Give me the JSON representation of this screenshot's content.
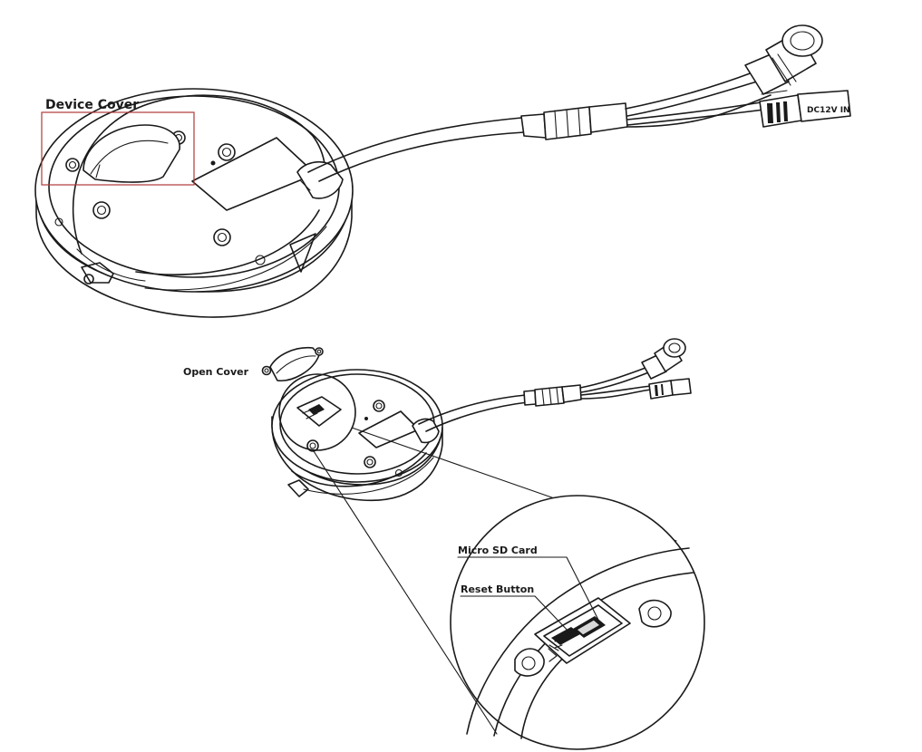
{
  "labels": {
    "device_cover": "Device Cover",
    "open_cover": "Open Cover",
    "micro_sd_card": "Micro SD Card",
    "reset_button": "Reset Button",
    "connector_mark": "DC12V IN"
  },
  "colors": {
    "line": "#1a1a1a",
    "highlight_box": "#b03a3a",
    "background": "#ffffff"
  }
}
